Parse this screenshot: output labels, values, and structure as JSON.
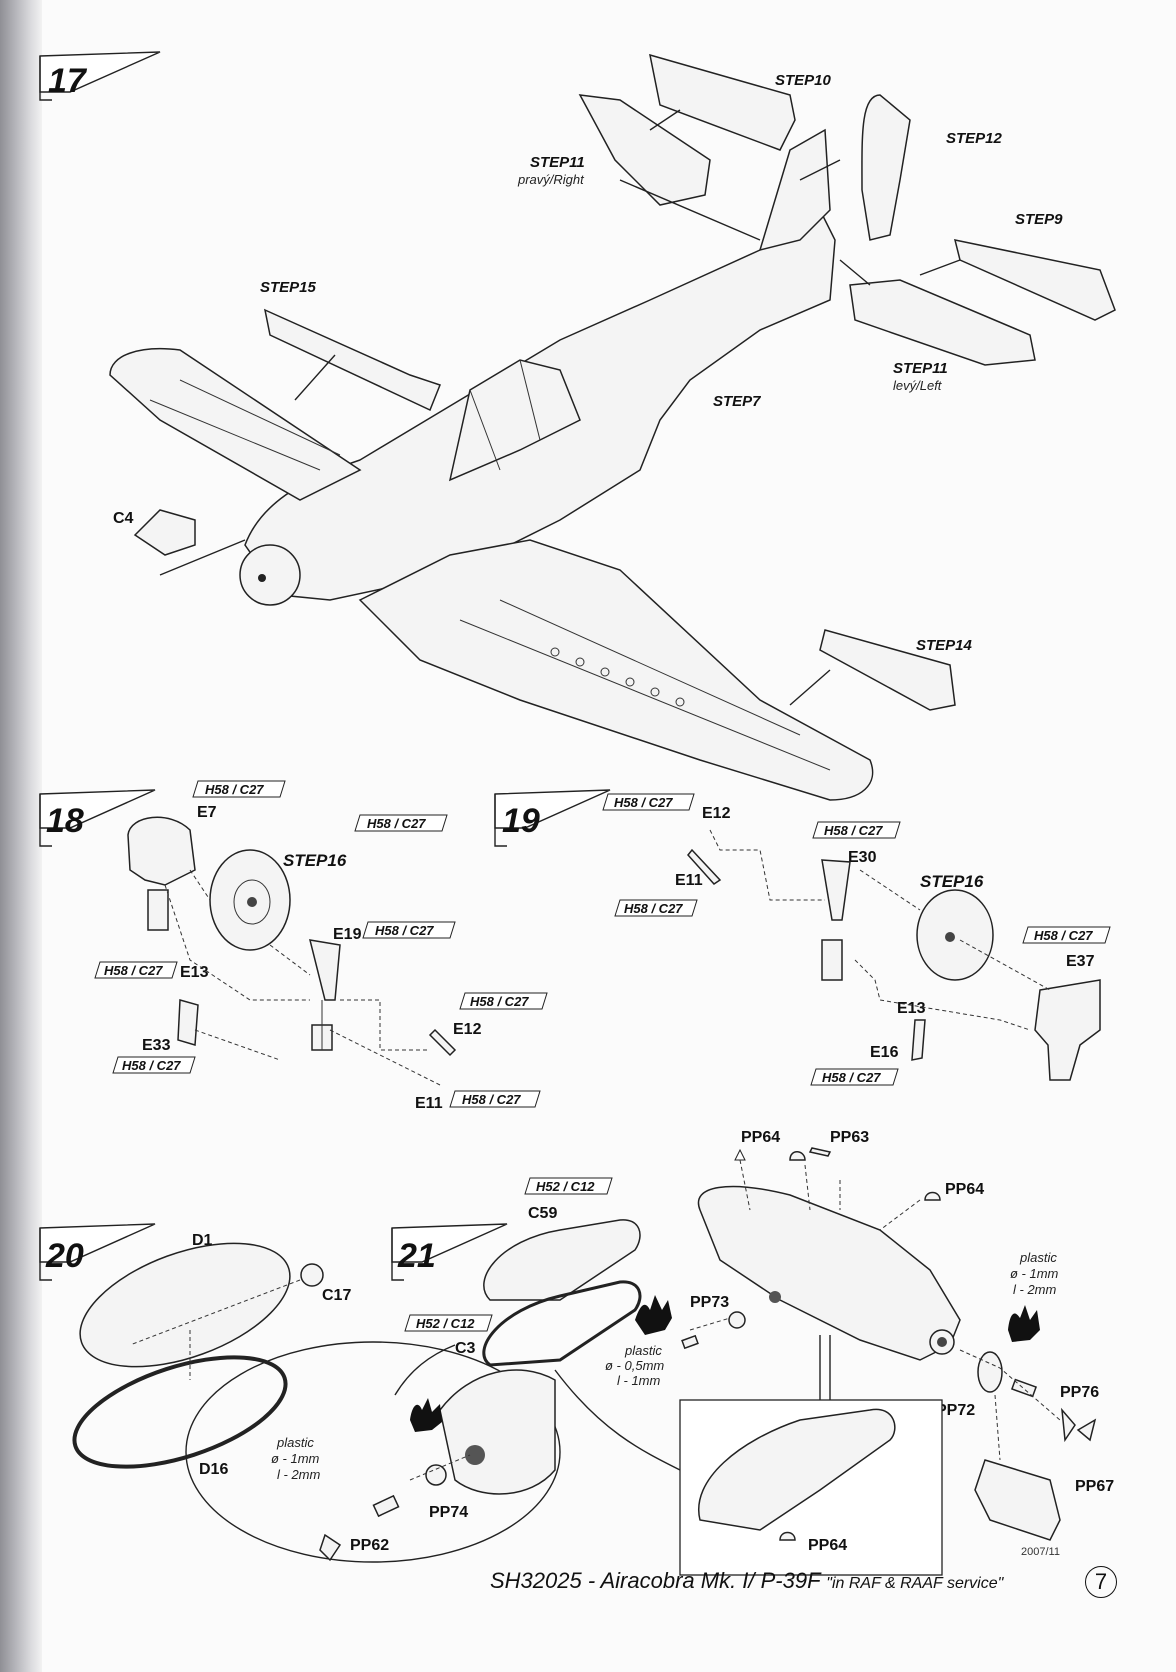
{
  "steps": {
    "s17": "17",
    "s18": "18",
    "s19": "19",
    "s20": "20",
    "s21": "21"
  },
  "step17": {
    "step10": "STEP10",
    "step11_right": "STEP11",
    "step11_right_sub": "pravý/Right",
    "step12": "STEP12",
    "step9": "STEP9",
    "step15": "STEP15",
    "step7": "STEP7",
    "step11_left": "STEP11",
    "step11_left_sub": "levý/Left",
    "c4": "C4",
    "step14": "STEP14"
  },
  "step18": {
    "code_top": "H58 / C27",
    "e7": "E7",
    "code_mid": "H58 / C27",
    "step16": "STEP16",
    "e19": "E19",
    "code_e19": "H58 / C27",
    "code_e13": "H58 / C27",
    "e13": "E13",
    "code_e12": "H58 / C27",
    "e12": "E12",
    "e33": "E33",
    "code_e33": "H58 / C27",
    "e11": "E11",
    "code_e11": "H58 / C27"
  },
  "step19": {
    "code_top": "H58 / C27",
    "e12": "E12",
    "e11": "E11",
    "code_e11": "H58 / C27",
    "code_e30": "H58 / C27",
    "e30": "E30",
    "step16": "STEP16",
    "code_e37": "H58 / C27",
    "e37": "E37",
    "e13": "E13",
    "e16": "E16",
    "code_e16": "H58 / C27"
  },
  "step20": {
    "d1": "D1",
    "c17": "C17",
    "d16": "D16"
  },
  "step21": {
    "code_c59": "H52 / C12",
    "c59": "C59",
    "code_c3": "H52 / C12",
    "c3": "C3",
    "plastic1": "plastic",
    "plastic1_d": "ø - 0,5mm",
    "plastic1_l": "l - 1mm",
    "pp73": "PP73",
    "pp64_a": "PP64",
    "pp63": "PP63",
    "pp64_b": "PP64",
    "plastic2": "plastic",
    "plastic2_d": "ø - 1mm",
    "plastic2_l": "l - 2mm",
    "pp72": "PP72",
    "pp76": "PP76",
    "pp67": "PP67",
    "plastic3": "plastic",
    "plastic3_d": "ø - 1mm",
    "plastic3_l": "l - 2mm",
    "pp74": "PP74",
    "pp62": "PP62",
    "pp64_c": "PP64"
  },
  "footer": {
    "date": "2007/11",
    "product": "SH32025 - Airacobra Mk. I/ P-39F",
    "subtitle": "\"in RAF & RAAF service\"",
    "page": "7"
  }
}
